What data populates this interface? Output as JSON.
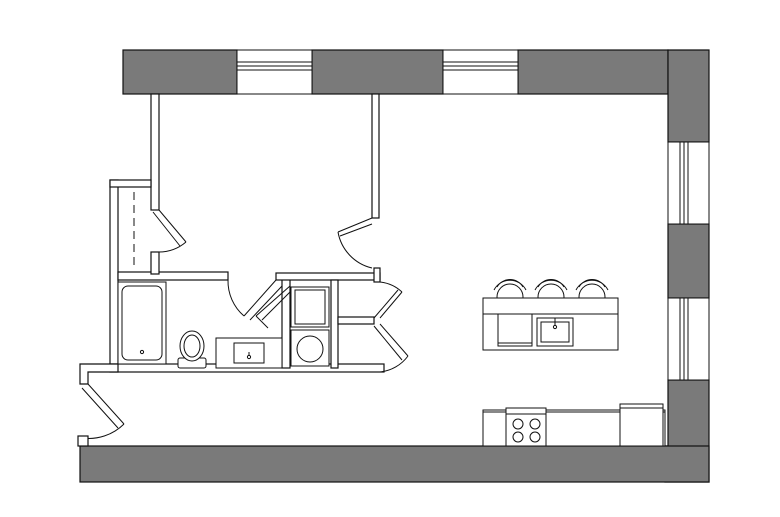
{
  "plan": {
    "wall_color": "#7a7a7a",
    "line_color": "#111111",
    "background": "#ffffff",
    "rooms": [
      "bathroom",
      "bedroom",
      "closet",
      "laundry",
      "kitchen",
      "living-area"
    ],
    "fixtures": [
      "bathtub",
      "toilet",
      "vanity-sink",
      "washer",
      "dryer",
      "island-sink",
      "range",
      "refrigerator",
      "bar-stool",
      "bar-stool",
      "bar-stool"
    ]
  }
}
